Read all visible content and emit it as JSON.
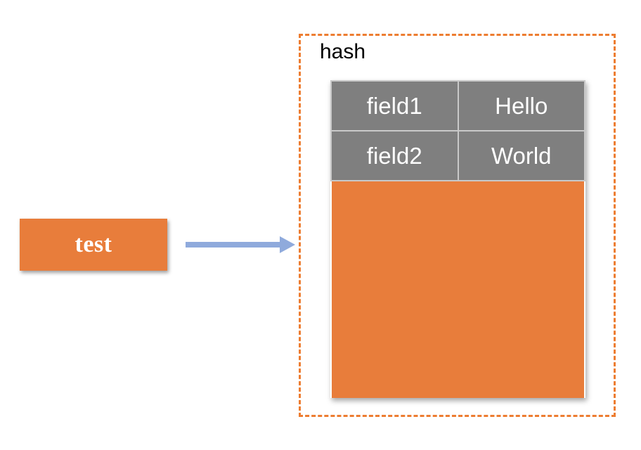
{
  "colors": {
    "orange": "#E87D3B",
    "dash_orange": "#ED7D31",
    "cell_gray": "#7F7F7F",
    "arrow_blue": "#8FAADC",
    "cell_border": "#C9C9C9"
  },
  "key_box": {
    "label": "test"
  },
  "arrow": {
    "direction": "right"
  },
  "hash_group": {
    "label": "hash",
    "table": {
      "rows": [
        {
          "field": "field1",
          "value": "Hello"
        },
        {
          "field": "field2",
          "value": "World"
        }
      ]
    }
  }
}
